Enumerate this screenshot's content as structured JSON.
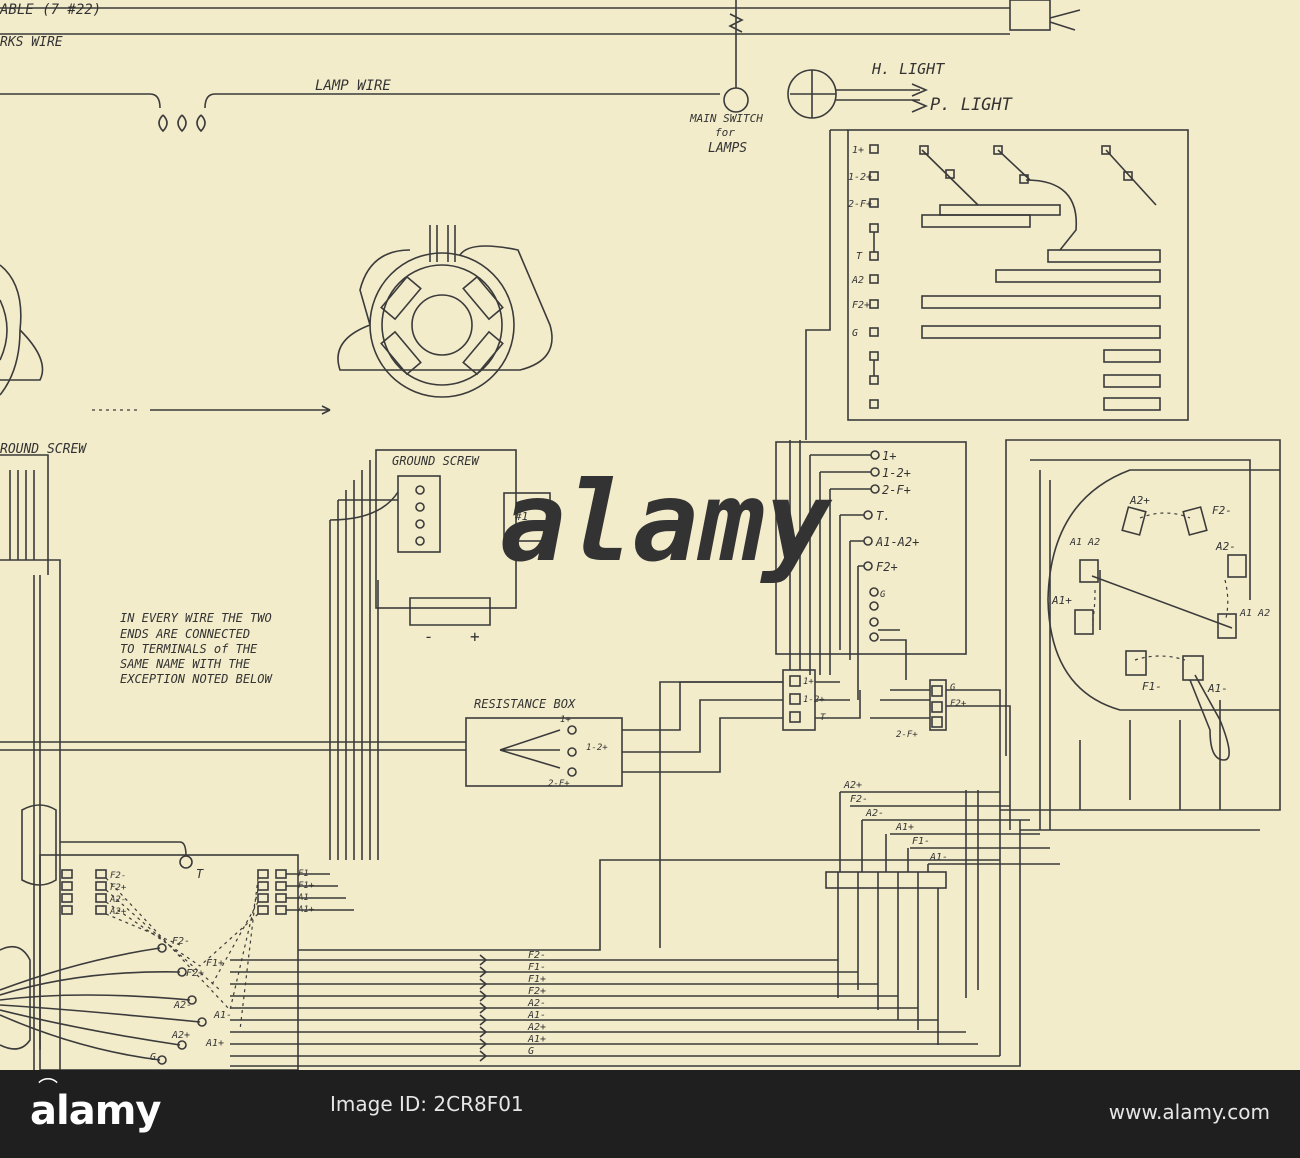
{
  "diagram": {
    "top_labels": {
      "cable": "ABLE (7 #22)",
      "wire_tag": "RKS WIRE",
      "lamp_wire": "LAMP WIRE",
      "main_switch_1": "MAIN SWITCH",
      "main_switch_2": "for",
      "main_switch_3": "LAMPS",
      "h_light": "H. LIGHT",
      "p_light": "P. LIGHT"
    },
    "ground_screw_left": "ROUND SCREW",
    "ground_screw_mid": "GROUND SCREW",
    "box_number": "#1",
    "note_lines": [
      "IN EVERY WIRE THE TWO",
      "ENDS ARE CONNECTED",
      "TO TERMINALS of THE",
      "SAME NAME WITH THE",
      "EXCEPTION NOTED BELOW"
    ],
    "resistance_box": {
      "title": "RESISTANCE BOX",
      "taps": [
        "1+",
        "1-2+",
        "2-F+"
      ]
    },
    "switch_panel_terminals": [
      "1+",
      "1-2+",
      "2-F+",
      "",
      "T",
      "A2",
      "F2+",
      "G"
    ],
    "terminal_board_labels": [
      "1+",
      "1-2+",
      "2-F+",
      "T.",
      "A1-A2+",
      "F2+",
      "G"
    ],
    "small_block_left": [
      "1+",
      "1-2+",
      "T"
    ],
    "small_block_right": [
      "G",
      "F2+",
      "2-F+"
    ],
    "bus_labels": [
      "A2+",
      "F2-",
      "A2-",
      "A1+",
      "F1-",
      "A1-"
    ],
    "controller_labels": [
      "A2+",
      "F2-",
      "A1 A2",
      "A2-",
      "A1+",
      "A1 A2",
      "F1-",
      "A1-"
    ],
    "lower_left_terminals": [
      "F2-",
      "F2+",
      "A2-",
      "A2+"
    ],
    "lower_right_terminals": [
      "F1-",
      "F1+",
      "A1-",
      "A1+"
    ],
    "fan_labels": [
      "F2-",
      "F1+",
      "F2+",
      "A2-",
      "A1-",
      "A2+",
      "A1+",
      "G"
    ],
    "cable_labels": [
      "F2-",
      "F1-",
      "F1+",
      "F2+",
      "A2-",
      "A1-",
      "A2+",
      "A1+",
      "G"
    ],
    "terminal_T": "T",
    "minus_sign": "-",
    "plus_sign": "+"
  },
  "watermark": "alamy",
  "footer": {
    "brand": "alamy",
    "image_id": "Image ID: 2CR8F01",
    "site": "www.alamy.com"
  }
}
